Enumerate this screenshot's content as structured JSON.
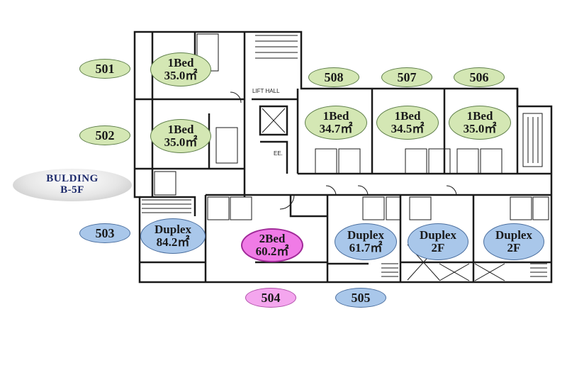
{
  "building": {
    "line1": "BULDING",
    "line2": "B-5F"
  },
  "plan_labels": {
    "lift_hall": "LIFT HALL",
    "ee": "EE."
  },
  "units": {
    "u501": "501",
    "u502": "502",
    "u503": "503",
    "u504": "504",
    "u505": "505",
    "u506": "506",
    "u507": "507",
    "u508": "508"
  },
  "rooms": {
    "r501": {
      "type": "1Bed",
      "area": "35.0㎡"
    },
    "r502": {
      "type": "1Bed",
      "area": "35.0㎡"
    },
    "r508": {
      "type": "1Bed",
      "area": "34.7㎡"
    },
    "r507": {
      "type": "1Bed",
      "area": "34.5㎡"
    },
    "r506": {
      "type": "1Bed",
      "area": "35.0㎡"
    },
    "r503": {
      "type": "Duplex",
      "area": "84.2㎡"
    },
    "r504": {
      "type": "2Bed",
      "area": "60.2㎡"
    },
    "r505": {
      "type": "Duplex",
      "area": "61.7㎡"
    },
    "dup2a": {
      "type": "Duplex",
      "area": "2F"
    },
    "dup2b": {
      "type": "Duplex",
      "area": "2F"
    }
  },
  "colors": {
    "green": "#d4e7b4",
    "blue": "#a9c7ea",
    "pink": "#f07be6",
    "wall": "#1a1a1a"
  }
}
